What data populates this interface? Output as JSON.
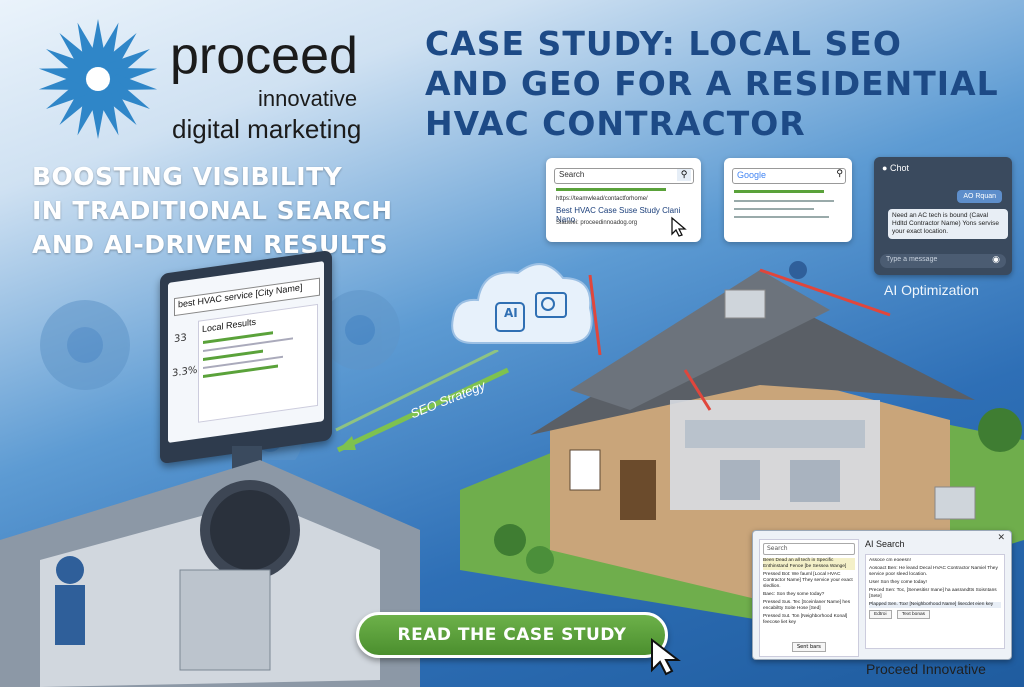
{
  "brand": {
    "name": "proceed",
    "line2": "innovative",
    "line3": "digital marketing",
    "footer": "Proceed Innovative"
  },
  "headline": {
    "line1": "CASE STUDY: LOCAL SEO",
    "line2": "AND GEO FOR A RESIDENTIAL",
    "line3": "HVAC CONTRACTOR"
  },
  "subheadline": {
    "line1": "BOOSTING VISIBILITY",
    "line2": "IN TRADITIONAL SEARCH",
    "line3": "AND AI-DRIVEN RESULTS"
  },
  "search_card": {
    "placeholder": "Search",
    "url": "https://teamwlead/contactforhome/",
    "result_title": "Best HVAC Case Suse Study Clani Nano",
    "result_sub": "Siauwei: proceedinnoadog.org"
  },
  "google_card": {
    "logo": "Google"
  },
  "chat_card": {
    "title": "Chot",
    "bubble_right": "AO Rquan",
    "bubble_left": "Need an AC tech is bound (Caval Hdltd Contractor Name) Yons servise your exact location.",
    "input_placeholder": "Type a message",
    "caption": "AI Optimization"
  },
  "monitor": {
    "query": "best HVAC service [City Name]",
    "panel_title": "Local Results",
    "stat1": "33",
    "stat2": "3.3%"
  },
  "cloud": {
    "ai_label": "AI"
  },
  "seo_label": "SEO Strategy",
  "cta": {
    "label": "READ THE CASE STUDY"
  },
  "ai_panel": {
    "search_placeholder": "Search",
    "title": "AI Search",
    "left_lines": [
      "Been Dead an all tech in Specific Enthinstand Fenoe [be Sessea Wange]",
      "Pressed Bot: We fauml [Local HVAC Contractor Name] They service your exact sledlion.",
      "Baec: Son they some today?",
      "Pressed Sus. Tec [Sceinlaner Name] hes encabiltty Soite Hose [Sed]",
      "Pressed Sut. Ton [Neighborhood Konal] feecose liet key"
    ],
    "left_button": "Sent bars",
    "right_lines": [
      "Assoce cm eoeesn!",
      "Aosoact Ben: He leand Decal HVAC Contractor Namiel They service poor sleed location.",
      "User Son they come today!",
      "Preced Sen: Toc, [Senesitisr Inane] ha aasrandtts Soisntans [Sete]",
      "Plapped Sen. Toxr [Neighborhood Name] lisecdet eien key"
    ],
    "btn1": "Edtroi",
    "btn2": "Text bonas"
  },
  "colors": {
    "accent_green": "#5aa23a",
    "headline_blue": "#1d4a86",
    "arrow_red": "#e0463c"
  }
}
